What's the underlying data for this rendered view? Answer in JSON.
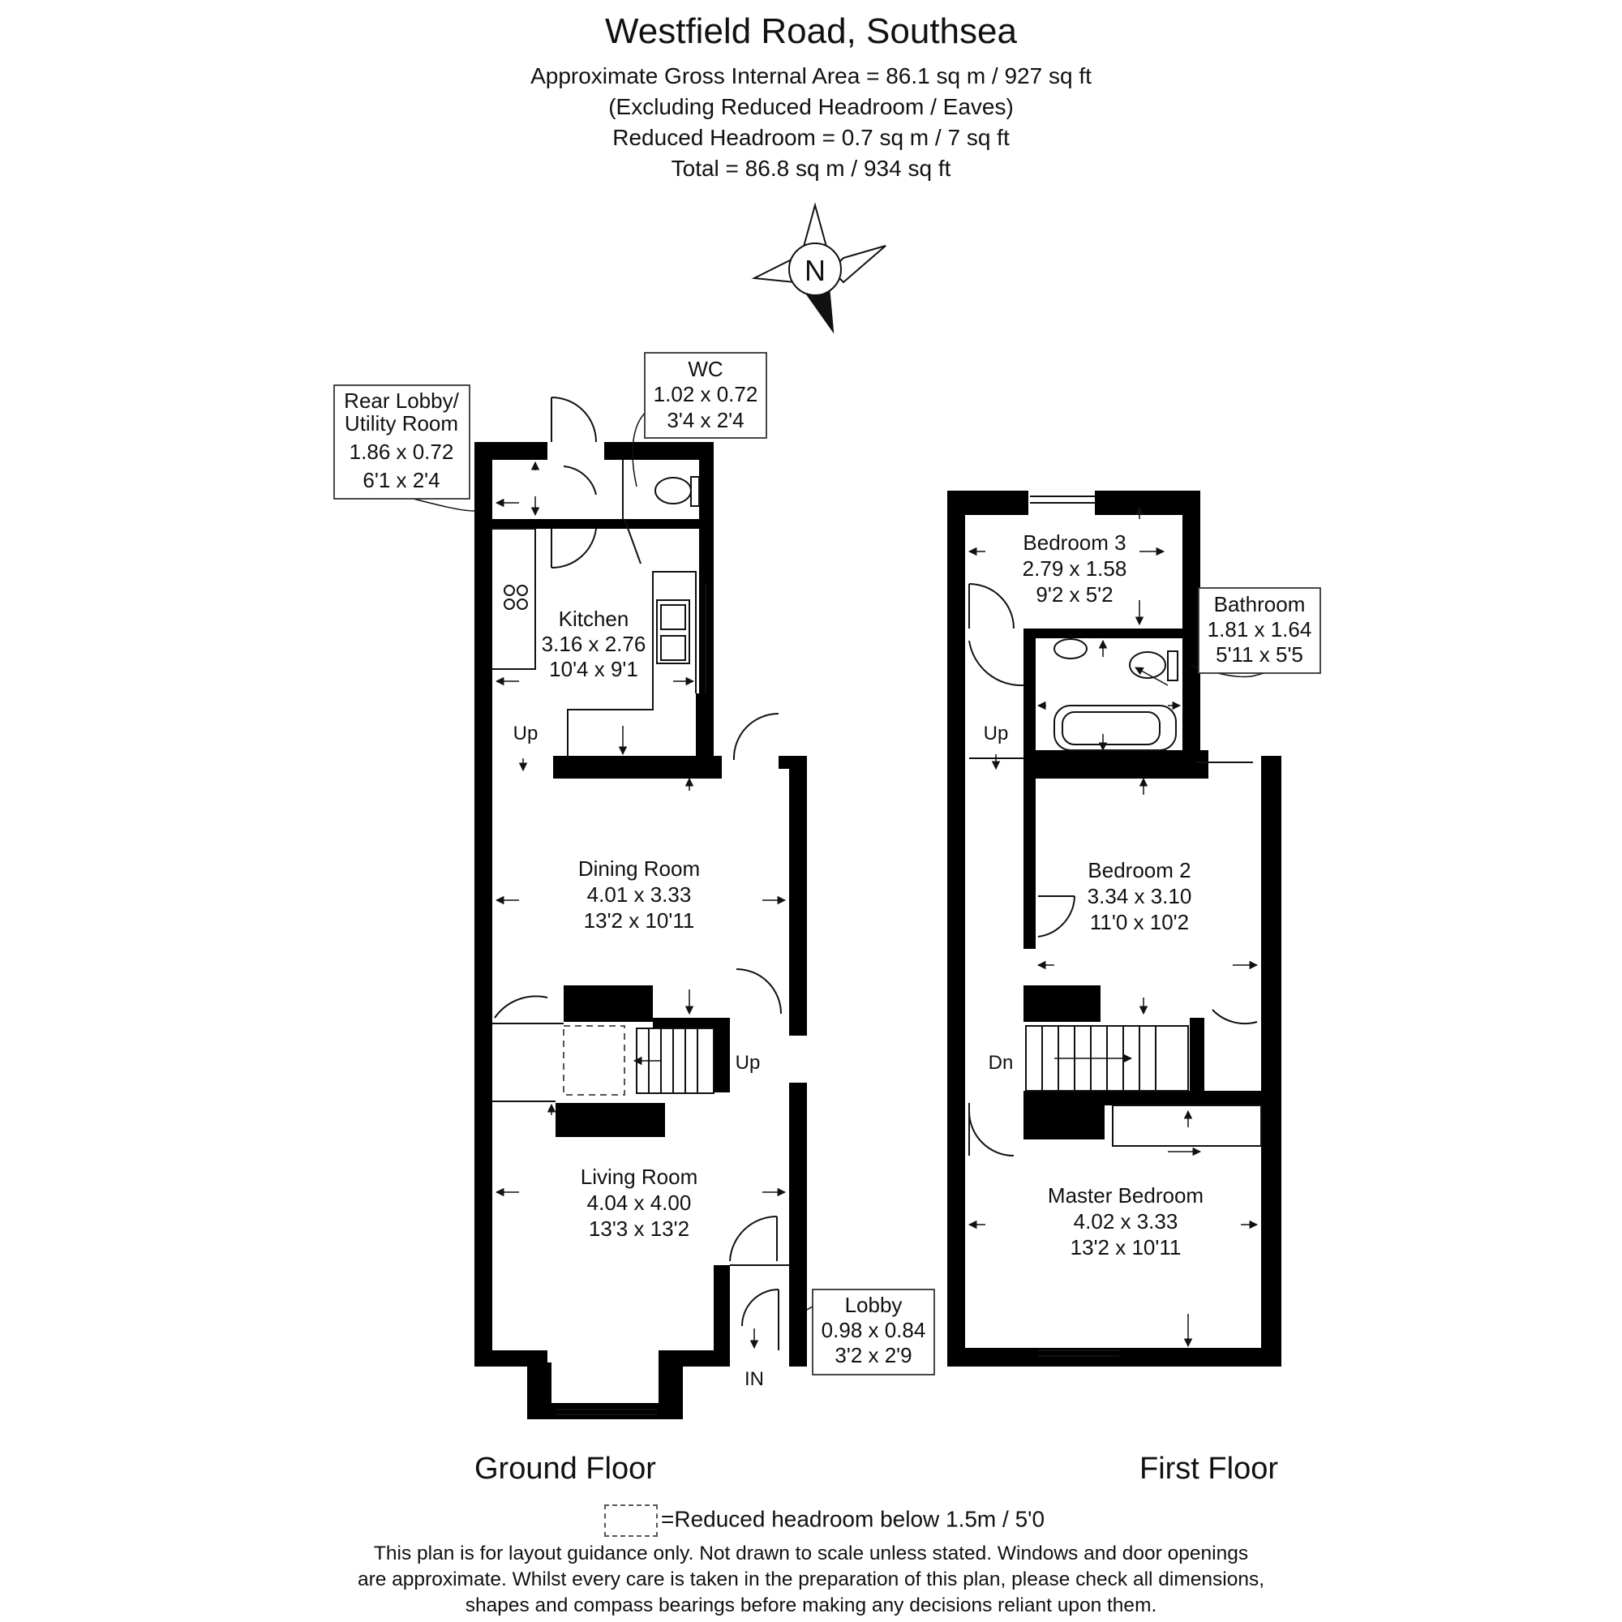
{
  "title": "Westfield Road, Southsea",
  "area_lines": [
    "Approximate Gross Internal Area = 86.1 sq m / 927 sq ft",
    "(Excluding Reduced Headroom / Eaves)",
    "Reduced Headroom = 0.7 sq m / 7 sq ft",
    "Total = 86.8 sq m / 934 sq ft"
  ],
  "compass": {
    "label": "N"
  },
  "floors": {
    "ground": {
      "label": "Ground Floor",
      "rooms": {
        "kitchen": {
          "name": "Kitchen",
          "metric": "3.16 x 2.76",
          "imperial": "10'4 x 9'1"
        },
        "dining": {
          "name": "Dining Room",
          "metric": "4.01 x 3.33",
          "imperial": "13'2 x 10'11"
        },
        "living": {
          "name": "Living Room",
          "metric": "4.04 x 4.00",
          "imperial": "13'3 x 13'2"
        }
      },
      "callouts": {
        "rear_lobby": {
          "name1": "Rear Lobby/",
          "name2": "Utility Room",
          "metric": "1.86 x 0.72",
          "imperial": "6'1 x 2'4"
        },
        "wc": {
          "name": "WC",
          "metric": "1.02 x 0.72",
          "imperial": "3'4 x 2'4"
        },
        "lobby": {
          "name": "Lobby",
          "metric": "0.98 x 0.84",
          "imperial": "3'2 x 2'9"
        }
      },
      "annotations": {
        "up_kitchen": "Up",
        "up_stairs": "Up",
        "entrance": "IN"
      }
    },
    "first": {
      "label": "First Floor",
      "rooms": {
        "bedroom3": {
          "name": "Bedroom 3",
          "metric": "2.79 x 1.58",
          "imperial": "9'2 x 5'2"
        },
        "bedroom2": {
          "name": "Bedroom 2",
          "metric": "3.34 x 3.10",
          "imperial": "11'0 x 10'2"
        },
        "master": {
          "name": "Master Bedroom",
          "metric": "4.02 x 3.33",
          "imperial": "13'2 x 10'11"
        }
      },
      "callouts": {
        "bathroom": {
          "name": "Bathroom",
          "metric": "1.81 x 1.64",
          "imperial": "5'11 x 5'5"
        }
      },
      "annotations": {
        "up": "Up",
        "down": "Dn"
      }
    }
  },
  "legend": {
    "text": "=Reduced headroom below 1.5m / 5'0"
  },
  "disclaimer": [
    "This plan is for layout guidance only. Not drawn to scale unless stated. Windows and door openings",
    "are approximate. Whilst every care is taken in the preparation of this plan, please check all dimensions,",
    "shapes and compass bearings before making any decisions reliant upon them."
  ]
}
